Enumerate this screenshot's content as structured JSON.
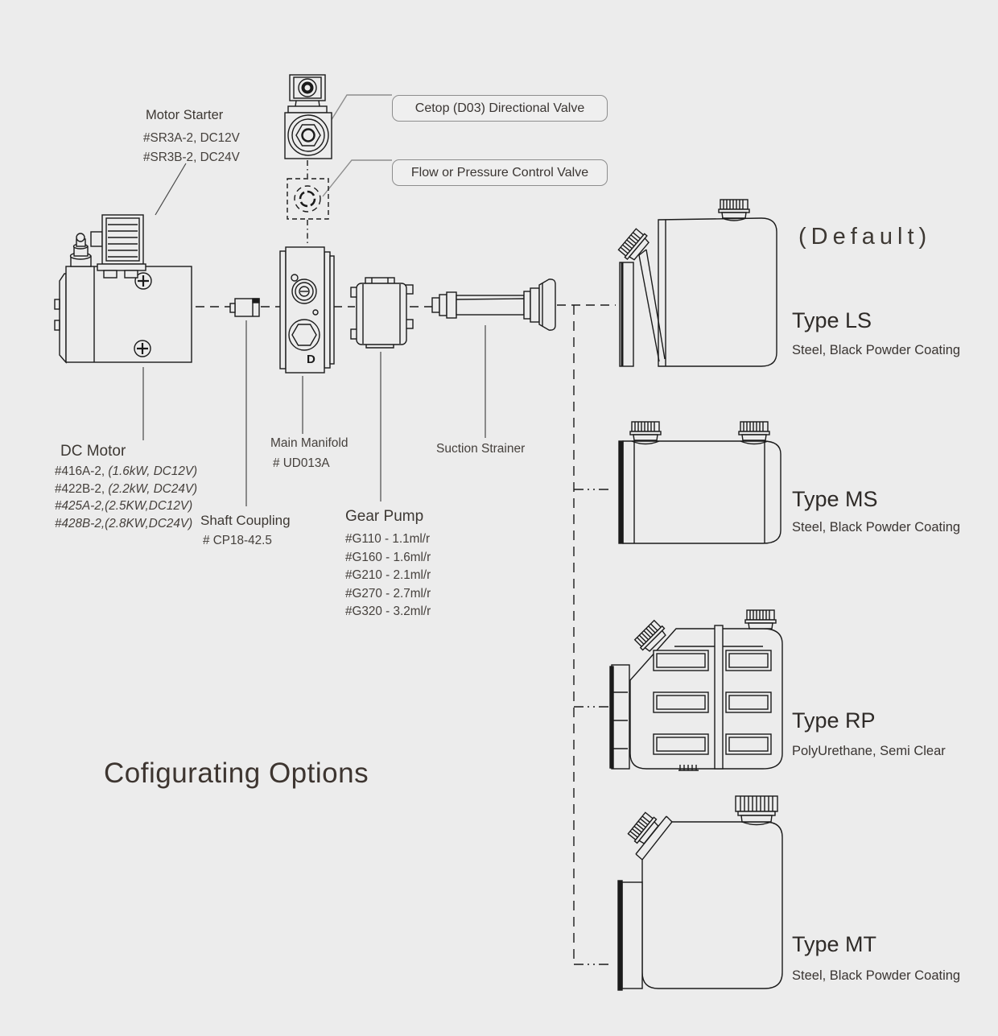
{
  "page": {
    "title": "Cofigurating Options",
    "default_note": "(Default)"
  },
  "colors": {
    "background": "#ececec",
    "ink": "#1b1b1b",
    "text": "#3a3532",
    "callout_border": "#8d8d8d"
  },
  "callouts": {
    "directional_valve": "Cetop (D03) Directional Valve",
    "flow_valve": "Flow or Pressure Control Valve"
  },
  "components": {
    "motor_starter": {
      "title": "Motor Starter",
      "parts": [
        "#SR3A-2, DC12V",
        "#SR3B-2, DC24V"
      ]
    },
    "dc_motor": {
      "title": "DC Motor",
      "parts": [
        {
          "num": "#416A-2, ",
          "spec": "(1.6kW, DC12V)"
        },
        {
          "num": "#422B-2, ",
          "spec": "(2.2kW, DC24V)"
        },
        {
          "num": "#425A-2,",
          "spec": "(2.5KW,DC12V)"
        },
        {
          "num": "#428B-2,",
          "spec": "(2.8KW,DC24V)"
        }
      ]
    },
    "shaft_coupling": {
      "title": "Shaft Coupling",
      "part": "# CP18-42.5"
    },
    "main_manifold": {
      "title": "Main Manifold",
      "part": "# UD013A",
      "port_mark": "D"
    },
    "gear_pump": {
      "title": "Gear Pump",
      "parts": [
        "#G110 - 1.1ml/r",
        "#G160 - 1.6ml/r",
        "#G210 - 2.1ml/r",
        "#G270 - 2.7ml/r",
        "#G320 - 3.2ml/r"
      ]
    },
    "suction_strainer": {
      "title": "Suction Strainer"
    }
  },
  "tanks": [
    {
      "name": "Type LS",
      "material": "Steel, Black Powder Coating"
    },
    {
      "name": "Type MS",
      "material": "Steel, Black Powder Coating"
    },
    {
      "name": "Type RP",
      "material": "PolyUrethane, Semi Clear"
    },
    {
      "name": "Type MT",
      "material": "Steel, Black Powder Coating"
    }
  ]
}
